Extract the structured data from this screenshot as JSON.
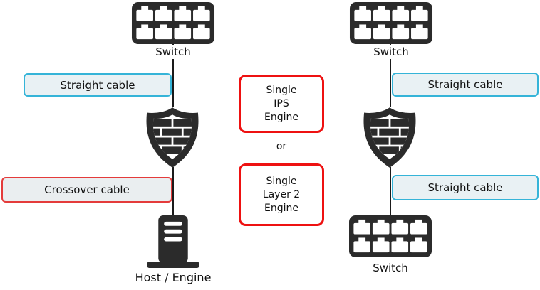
{
  "diagram": {
    "left": {
      "switch_label": "Switch",
      "straight_cable_label": "Straight cable",
      "crossover_cable_label": "Crossover cable",
      "host_label": "Host / Engine"
    },
    "middle": {
      "box1": {
        "line1": "Single",
        "line2": "IPS",
        "line3": "Engine"
      },
      "or_label": "or",
      "box2": {
        "line1": "Single",
        "line2": "Layer 2",
        "line3": "Engine"
      }
    },
    "right": {
      "switch_top_label": "Switch",
      "straight_cable_top_label": "Straight cable",
      "straight_cable_bottom_label": "Straight cable",
      "switch_bottom_label": "Switch"
    },
    "icons": {
      "switch": "ethernet-switch-icon",
      "shield": "firewall-shield-icon",
      "host": "server-tower-icon"
    },
    "colors": {
      "icon_dark": "#2b2b2b",
      "straight_cable_border": "#35b4d8",
      "straight_cable_fill": "#e9f1f4",
      "crossover_border": "#e43b3b",
      "crossover_fill": "#eaeef0",
      "engine_box_border": "#ee1111",
      "engine_box_fill": "#ffffff",
      "connector_line": "#1a1a1a",
      "text": "#111111"
    }
  }
}
